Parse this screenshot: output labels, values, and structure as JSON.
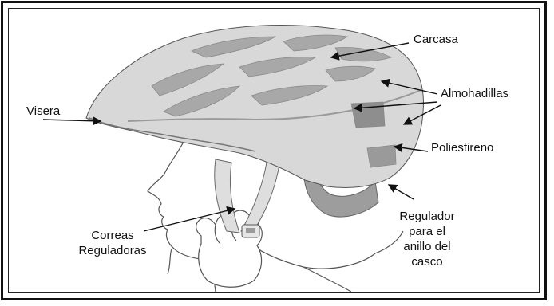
{
  "labels": {
    "carcasa": "Carcasa",
    "almohadillas": "Almohadillas",
    "visera": "Visera",
    "poliestireno": "Poliestireno",
    "correas_1": "Correas",
    "correas_2": "Reguladoras",
    "regulador_1": "Regulador",
    "regulador_2": "para el",
    "regulador_3": "anillo del",
    "regulador_4": "casco"
  },
  "colors": {
    "shell": "#d6d6d6",
    "shell_shadow": "#b8b8b8",
    "vent": "#a7a7a7",
    "pad_dark": "#8f8f8f",
    "strap": "#dcdcdc",
    "outline": "#4a4a4a"
  }
}
